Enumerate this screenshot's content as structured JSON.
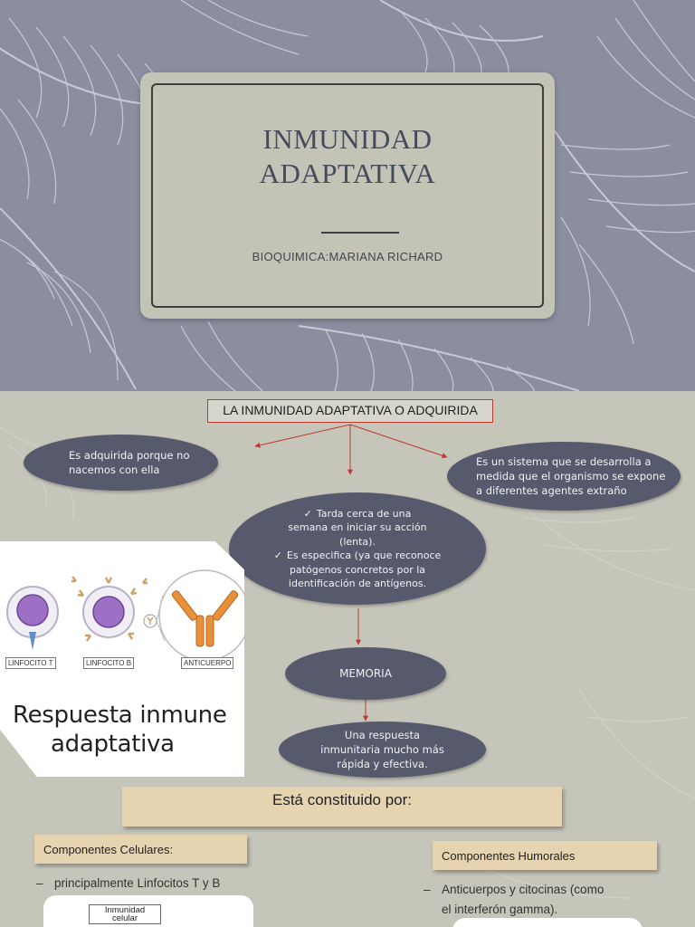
{
  "title_slide": {
    "title_line1": "INMUNIDAD",
    "title_line2": "ADAPTATIVA",
    "subtitle": "BIOQUIMICA:MARIANA RICHARD"
  },
  "concept_map": {
    "heading": "LA INMUNIDAD ADAPTATIVA O ADQUIRIDA",
    "left_oval": [
      "Es adquirida porque no",
      "nacemos con ella"
    ],
    "right_oval": [
      "Es un sistema que se desarrolla a",
      "medida que el organismo se expone",
      "a diferentes agentes extraño"
    ],
    "center_oval": {
      "point1": [
        "Tarda cerca de una",
        "semana en iniciar su acción",
        "(lenta)."
      ],
      "point2": [
        "Es especifica (ya que reconoce",
        "patógenos concretos por la",
        "identificación de antígenos."
      ]
    },
    "memoria": "MEMORIA",
    "memoria_result": [
      "Una respuesta",
      "inmunitaria mucho más",
      "rápida y efectiva."
    ],
    "check_symbol": "✓"
  },
  "illustration": {
    "label_t": "LINFOCITO T",
    "label_b": "LINFOCITO B",
    "label_ab": "ANTICUERPO",
    "caption_line1": "Respuesta inmune",
    "caption_line2": "adaptativa"
  },
  "components": {
    "constituted_label": "Está constituido por:",
    "cellular_title": "Componentes Celulares:",
    "cellular_item": "principalmente Linfocitos T y B",
    "humoral_title": "Componentes Humorales",
    "humoral_item_line1": "Anticuerpos y citocinas (como",
    "humoral_item_line2": "el interferón gamma).",
    "dash": "–",
    "mini_label_line1": "Inmunidad",
    "mini_label_line2": "celular"
  },
  "colors": {
    "top_background": "#8b8e9f",
    "card": "#c3c3b6",
    "bottom_background": "#c5c5ba",
    "oval": "#575a6d",
    "accent_box": "#e6d4b0",
    "arrow": "#c0392b"
  }
}
